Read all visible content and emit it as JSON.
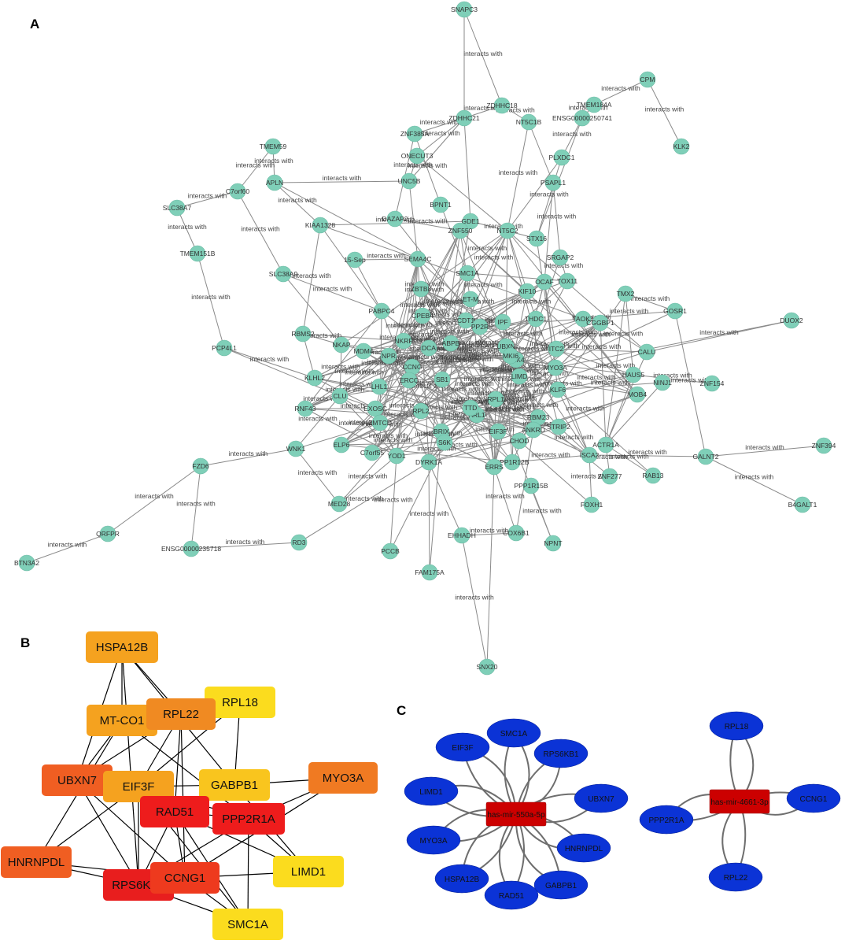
{
  "panels": {
    "a": "A",
    "b": "B",
    "c": "C"
  },
  "edge_label": "interacts with",
  "colors": {
    "network_node": "#7fcfb8",
    "network_edge": "#8a8a8a",
    "hub_red": "#cc0000",
    "target_blue": "#0b33d6",
    "score_red": "#ee1c1c",
    "score_redorange": "#f04a20",
    "score_orange": "#f07a22",
    "score_amber": "#f5a21f",
    "score_yellow": "#fbdc1e"
  },
  "panelA": {
    "nodes": [
      {
        "id": "SNAPC3",
        "label": "SNAPC3"
      },
      {
        "id": "ZDHHC18",
        "label": "ZDHHC18"
      },
      {
        "id": "CPM",
        "label": "CPM"
      },
      {
        "id": "TMEM184A",
        "label": "TMEM184A"
      },
      {
        "id": "NT5C1B",
        "label": "NT5C1B"
      },
      {
        "id": "ENSG00000250741",
        "label": "ENSG00000250741"
      },
      {
        "id": "ZDHHC21",
        "label": "ZDHHC21"
      },
      {
        "id": "KLK2",
        "label": "KLK2"
      },
      {
        "id": "ZNF385A",
        "label": "ZNF385A"
      },
      {
        "id": "ONECUT3",
        "label": "ONECUT3"
      },
      {
        "id": "TMEM59",
        "label": "TMEM59"
      },
      {
        "id": "PLXDC1",
        "label": "PLXDC1"
      },
      {
        "id": "C7orf60",
        "label": "C7orf60"
      },
      {
        "id": "APLN",
        "label": "APLN"
      },
      {
        "id": "UNC5B",
        "label": "UNC5B"
      },
      {
        "id": "PSAPL1",
        "label": "PSAPL1"
      },
      {
        "id": "SLC38A7",
        "label": "SLC38A7"
      },
      {
        "id": "BPNT1",
        "label": "BPNT1"
      },
      {
        "id": "DAZAP2",
        "label": "DAZAP2"
      },
      {
        "id": "GDE1",
        "label": "GDE1"
      },
      {
        "id": "KIAA1328",
        "label": "KIAA1328"
      },
      {
        "id": "ZNF550",
        "label": "ZNF550"
      },
      {
        "id": "NT5C2",
        "label": "NT5C2"
      },
      {
        "id": "STX16",
        "label": "STX16"
      },
      {
        "id": "TMEM151B",
        "label": "TMEM151B"
      },
      {
        "id": "SEMA4C",
        "label": "SEMA4C"
      },
      {
        "id": "SRGAP2",
        "label": "SRGAP2"
      },
      {
        "id": "15-Sep",
        "label": "15-Sep"
      },
      {
        "id": "SLC38A9",
        "label": "SLC38A9"
      },
      {
        "id": "SMC1A",
        "label": "SMC1A"
      },
      {
        "id": "OCAF",
        "label": "OCAF"
      },
      {
        "id": "TOX11",
        "label": "TOX11"
      },
      {
        "id": "ZBTB8",
        "label": "ZBTB8"
      },
      {
        "id": "TMX2",
        "label": "TMX2"
      },
      {
        "id": "GOSR1",
        "label": "GOSR1"
      },
      {
        "id": "KIF10",
        "label": "KIF10"
      },
      {
        "id": "PABPC4",
        "label": "PABPC4"
      },
      {
        "id": "CPEB4",
        "label": "CPEB4"
      },
      {
        "id": "CDT1",
        "label": "CDT1"
      },
      {
        "id": "THDC1",
        "label": "THDC1"
      },
      {
        "id": "TAOK1",
        "label": "TAOK1"
      },
      {
        "id": "CGGBP1",
        "label": "CGGBP1"
      },
      {
        "id": "DUOX2",
        "label": "DUOX2"
      },
      {
        "id": "RBMS2",
        "label": "RBMS2"
      },
      {
        "id": "PP2R",
        "label": "PP2R"
      },
      {
        "id": "PCP4L1",
        "label": "PCP4L1"
      },
      {
        "id": "NKAP",
        "label": "NKAP"
      },
      {
        "id": "MDM4",
        "label": "MDM4"
      },
      {
        "id": "NKRF",
        "label": "NKRF"
      },
      {
        "id": "DCA",
        "label": "DCA"
      },
      {
        "id": "ABPB",
        "label": "ABPB"
      },
      {
        "id": "UBXN",
        "label": "UBXN"
      },
      {
        "id": "ITC2",
        "label": "ITC2"
      },
      {
        "id": "CALU",
        "label": "CALU"
      },
      {
        "id": "NPR",
        "label": "NPR"
      },
      {
        "id": "CLK4",
        "label": "CLK4"
      },
      {
        "id": "MYO3A",
        "label": "MYO3A"
      },
      {
        "id": "HAUS5",
        "label": "HAUS5"
      },
      {
        "id": "NINJ1",
        "label": "NINJ1"
      },
      {
        "id": "ZNF154",
        "label": "ZNF154"
      },
      {
        "id": "CCNG",
        "label": "CCNG"
      },
      {
        "id": "MKI6",
        "label": "MKI6"
      },
      {
        "id": "LIMD",
        "label": "LIMD"
      },
      {
        "id": "KLF6",
        "label": "KLF6"
      },
      {
        "id": "KLHL2",
        "label": "KLHL2"
      },
      {
        "id": "CLU",
        "label": "CLU"
      },
      {
        "id": "LHL1",
        "label": "LHL1"
      },
      {
        "id": "ERCC",
        "label": "ERCC"
      },
      {
        "id": "SB1",
        "label": "SB1"
      },
      {
        "id": "RPL1",
        "label": "RPL1"
      },
      {
        "id": "MOB4",
        "label": "MOB4"
      },
      {
        "id": "RNF43",
        "label": "RNF43"
      },
      {
        "id": "EXOSC",
        "label": "EXOSC"
      },
      {
        "id": "RPL2",
        "label": "RPL2"
      },
      {
        "id": "ARL1",
        "label": "ARL1"
      },
      {
        "id": "RBM23",
        "label": "RBM23"
      },
      {
        "id": "STRIP2",
        "label": "STRIP2"
      },
      {
        "id": "ZMTCD",
        "label": "ZMTCD"
      },
      {
        "id": "BRIX",
        "label": "BRIX"
      },
      {
        "id": "EIF3F",
        "label": "EIF3F"
      },
      {
        "id": "ANKRD",
        "label": "ANKRD"
      },
      {
        "id": "CHOD",
        "label": "CHOD"
      },
      {
        "id": "ACTR1A",
        "label": "ACTR1A"
      },
      {
        "id": "ELP6",
        "label": "ELP6"
      },
      {
        "id": "C7orf55",
        "label": "C7orf55"
      },
      {
        "id": "S6K",
        "label": "S6K"
      },
      {
        "id": "WNK1",
        "label": "WNK1"
      },
      {
        "id": "YOD1",
        "label": "YOD1"
      },
      {
        "id": "DYRK1A",
        "label": "DYRK1A"
      },
      {
        "id": "PPP1R12B",
        "label": "PPP1R12B"
      },
      {
        "id": "ISCA2",
        "label": "ISCA2"
      },
      {
        "id": "GALNT2",
        "label": "GALNT2"
      },
      {
        "id": "ZNF394",
        "label": "ZNF394"
      },
      {
        "id": "FZD6",
        "label": "FZD6"
      },
      {
        "id": "ERRS",
        "label": "ERRS"
      },
      {
        "id": "PPP1R15B",
        "label": "PPP1R15B"
      },
      {
        "id": "ZNF277",
        "label": "ZNF277"
      },
      {
        "id": "RAB13",
        "label": "RAB13"
      },
      {
        "id": "B4GALT1",
        "label": "B4GALT1"
      },
      {
        "id": "MED28",
        "label": "MED28"
      },
      {
        "id": "FOXH1",
        "label": "FOXH1"
      },
      {
        "id": "QRFPR",
        "label": "QRFPR"
      },
      {
        "id": "ENSG00000235718",
        "label": "ENSG00000235718"
      },
      {
        "id": "RD3",
        "label": "RD3"
      },
      {
        "id": "EHHADH",
        "label": "EHHADH"
      },
      {
        "id": "COX6B1",
        "label": "COX6B1"
      },
      {
        "id": "NPNT",
        "label": "NPNT"
      },
      {
        "id": "BTN3A2",
        "label": "BTN3A2"
      },
      {
        "id": "PCCB",
        "label": "PCCB"
      },
      {
        "id": "FAM175A",
        "label": "FAM175A"
      },
      {
        "id": "SNX20",
        "label": "SNX20"
      },
      {
        "id": "TTD",
        "label": "TTD"
      },
      {
        "id": "ET-M",
        "label": "ET-M"
      },
      {
        "id": "IPF",
        "label": "IPF"
      }
    ]
  },
  "panelB": {
    "nodes": [
      {
        "id": "HSPA12B",
        "label": "HSPA12B",
        "color": "#f5a21f"
      },
      {
        "id": "RPL18",
        "label": "RPL18",
        "color": "#fbdc1e"
      },
      {
        "id": "MT-CO1",
        "label": "MT-CO1",
        "color": "#f5a21f"
      },
      {
        "id": "RPL22",
        "label": "RPL22",
        "color": "#f08a22"
      },
      {
        "id": "UBXN7",
        "label": "UBXN7",
        "color": "#f05e22"
      },
      {
        "id": "EIF3F",
        "label": "EIF3F",
        "color": "#f5a21f"
      },
      {
        "id": "GABPB1",
        "label": "GABPB1",
        "color": "#f9c51e"
      },
      {
        "id": "MYO3A",
        "label": "MYO3A",
        "color": "#f07a22"
      },
      {
        "id": "RAD51",
        "label": "RAD51",
        "color": "#ee1c1c"
      },
      {
        "id": "PPP2R1A",
        "label": "PPP2R1A",
        "color": "#ee1c1c"
      },
      {
        "id": "HNRNPDL",
        "label": "HNRNPDL",
        "color": "#f05e22"
      },
      {
        "id": "LIMD1",
        "label": "LIMD1",
        "color": "#fbdc1e"
      },
      {
        "id": "RPS6KB1",
        "label": "RPS6KB1",
        "color": "#e81e1e"
      },
      {
        "id": "CCNG1",
        "label": "CCNG1",
        "color": "#ee3a1e"
      },
      {
        "id": "SMC1A",
        "label": "SMC1A",
        "color": "#fbdc1e"
      }
    ]
  },
  "panelC": {
    "hub1": "has-mir-550a-5p",
    "hub2": "has-mir-4661-3p",
    "targets1": [
      "SMC1A",
      "EIF3F",
      "RPS6KB1",
      "LIMD1",
      "UBXN7",
      "MYO3A",
      "HNRNPDL",
      "HSPA12B",
      "GABPB1",
      "RAD51"
    ],
    "targets2": [
      "RPL18",
      "PPP2R1A",
      "CCNG1",
      "RPL22"
    ]
  }
}
